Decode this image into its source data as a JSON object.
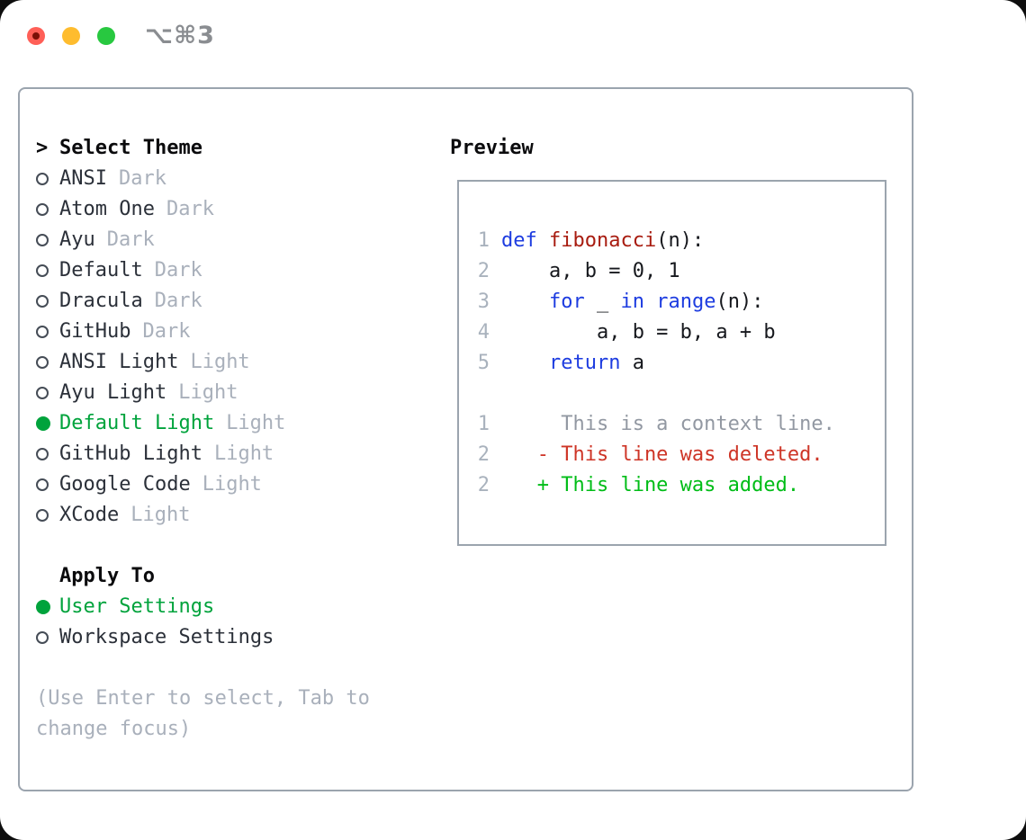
{
  "titlebar": {
    "shortcut": "⌥⌘3",
    "buttons": [
      "close",
      "minimize",
      "zoom"
    ]
  },
  "colors": {
    "accent-green": "#00a33c",
    "kw-blue": "#1d3ce0",
    "fn-red": "#a81c10",
    "diff-red": "#ce3527",
    "diff-green": "#00bd17",
    "muted": "#a9b0bb",
    "border": "#9ba4ae"
  },
  "left": {
    "header_prefix": ">",
    "header": "Select Theme",
    "themes": [
      {
        "label": "ANSI",
        "tag": "Dark",
        "selected": false
      },
      {
        "label": "Atom One",
        "tag": "Dark",
        "selected": false
      },
      {
        "label": "Ayu",
        "tag": "Dark",
        "selected": false
      },
      {
        "label": "Default",
        "tag": "Dark",
        "selected": false
      },
      {
        "label": "Dracula",
        "tag": "Dark",
        "selected": false
      },
      {
        "label": "GitHub",
        "tag": "Dark",
        "selected": false
      },
      {
        "label": "ANSI Light",
        "tag": "Light",
        "selected": false
      },
      {
        "label": "Ayu Light",
        "tag": "Light",
        "selected": false
      },
      {
        "label": "Default Light",
        "tag": "Light",
        "selected": true
      },
      {
        "label": "GitHub Light",
        "tag": "Light",
        "selected": false
      },
      {
        "label": "Google Code",
        "tag": "Light",
        "selected": false
      },
      {
        "label": "XCode",
        "tag": "Light",
        "selected": false
      }
    ],
    "apply_to": {
      "header": "Apply To",
      "options": [
        {
          "label": "User Settings",
          "selected": true
        },
        {
          "label": "Workspace Settings",
          "selected": false
        }
      ]
    },
    "hint": "(Use Enter to select, Tab to change focus)"
  },
  "preview": {
    "header": "Preview",
    "code_lines": [
      {
        "num": "1",
        "tokens": [
          [
            "def",
            "kw"
          ],
          [
            " ",
            "p"
          ],
          [
            "fibonacci",
            "fn"
          ],
          [
            "(n):",
            "p"
          ]
        ]
      },
      {
        "num": "2",
        "tokens": [
          [
            "    a, b = 0, 1",
            "p"
          ]
        ]
      },
      {
        "num": "3",
        "tokens": [
          [
            "    ",
            "p"
          ],
          [
            "for",
            "kw"
          ],
          [
            " _ ",
            "p"
          ],
          [
            "in",
            "kw"
          ],
          [
            " ",
            "p"
          ],
          [
            "range",
            "kw"
          ],
          [
            "(n):",
            "p"
          ]
        ]
      },
      {
        "num": "4",
        "tokens": [
          [
            "        a, b = b, a + b",
            "p"
          ]
        ]
      },
      {
        "num": "5",
        "tokens": [
          [
            "    ",
            "p"
          ],
          [
            "return",
            "kw"
          ],
          [
            " a",
            "p"
          ]
        ]
      }
    ],
    "diff_lines": [
      {
        "num": "1",
        "tokens": [
          [
            "     This is a context line.",
            "ctx"
          ]
        ]
      },
      {
        "num": "2",
        "tokens": [
          [
            "   - This line was deleted.",
            "del"
          ]
        ]
      },
      {
        "num": "2",
        "tokens": [
          [
            "   + This line was added.",
            "add"
          ]
        ]
      }
    ]
  }
}
